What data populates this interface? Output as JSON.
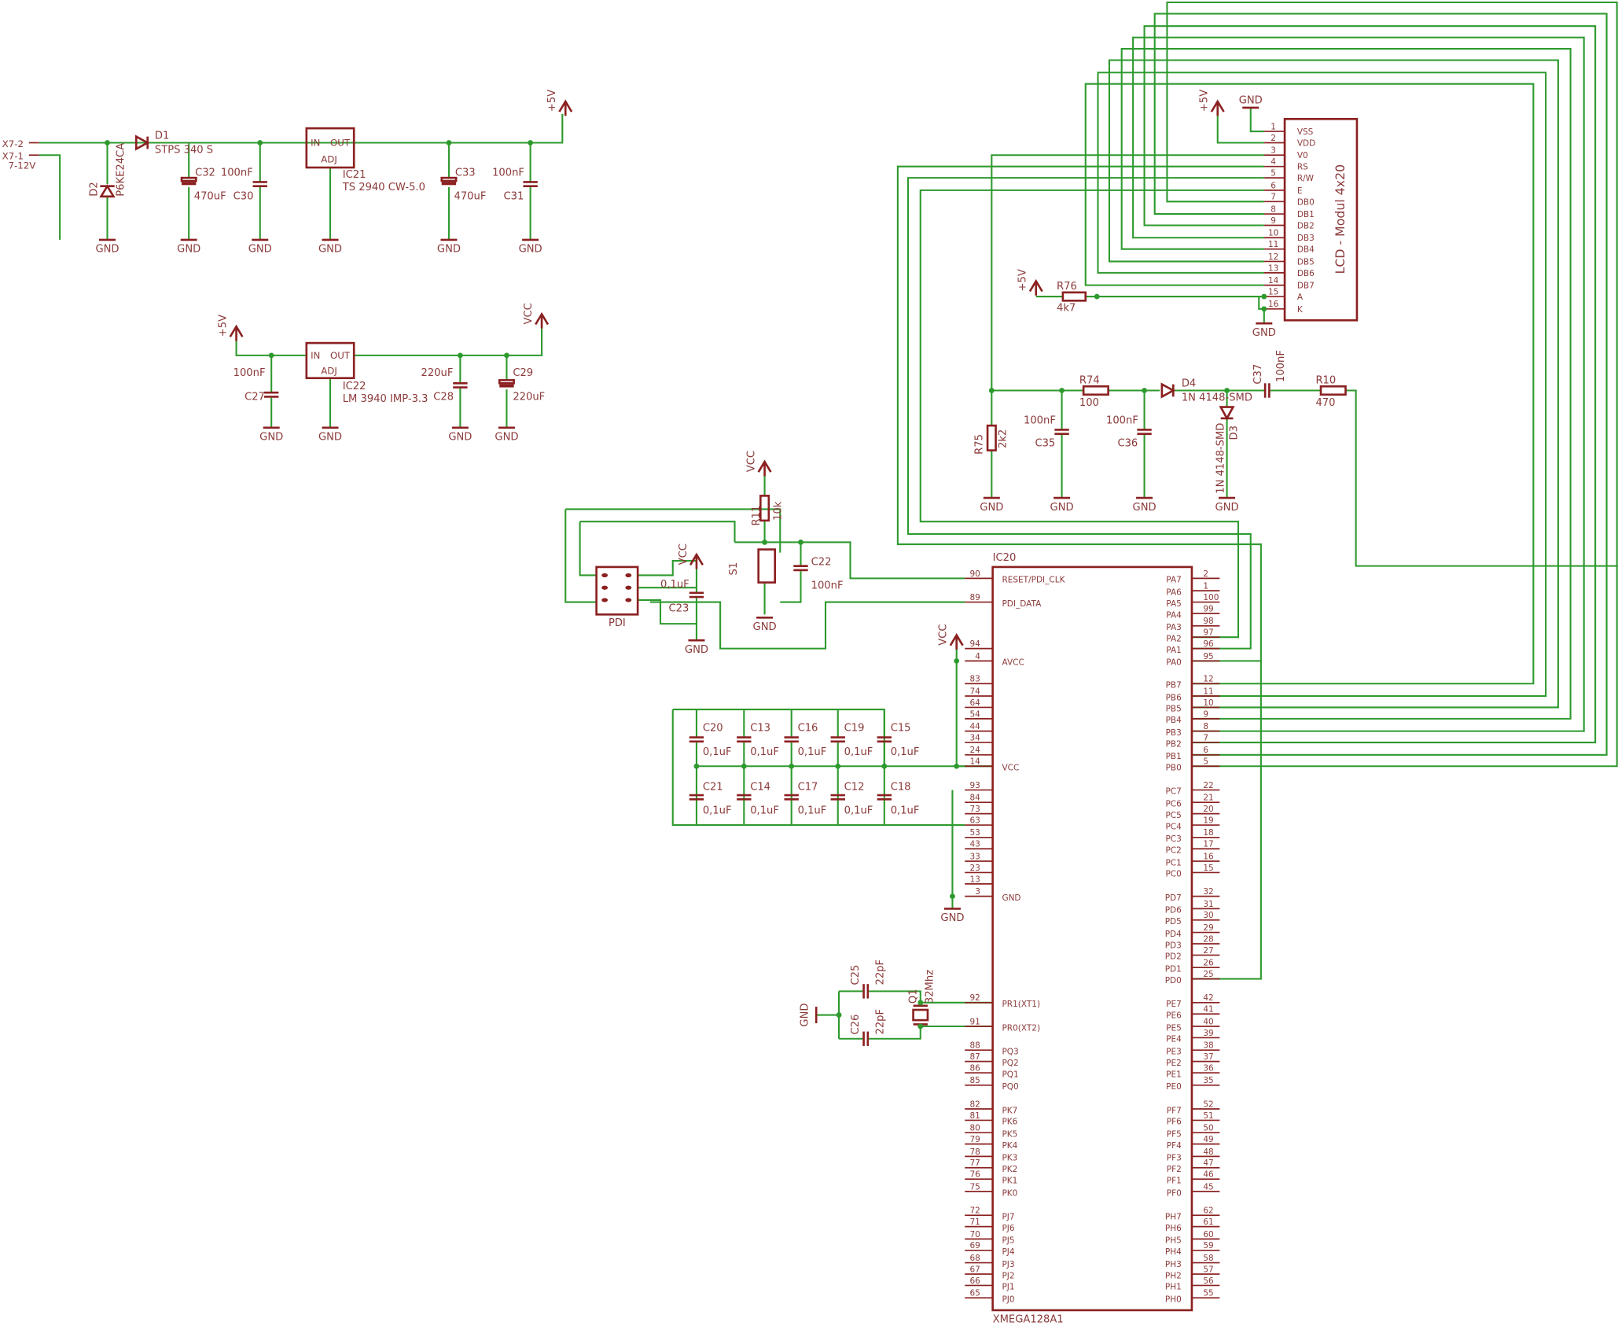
{
  "net_labels": {
    "gnd": "GND",
    "p5v": "+5V",
    "vcc": "VCC"
  },
  "connector_x7": {
    "pin2": "X7-2",
    "pin1": "X7-1",
    "voltage": "7-12V"
  },
  "power_section_1": {
    "D1": {
      "name": "D1",
      "value": "STPS 340 S"
    },
    "D2": {
      "name": "D2",
      "value": "P6KE24CA"
    },
    "C32": {
      "name": "C32",
      "value": "470uF"
    },
    "C30": {
      "name": "C30",
      "value": "100nF"
    },
    "IC21": {
      "name": "IC21",
      "value": "TS 2940 CW-5.0",
      "pin_in": "IN",
      "pin_out": "OUT",
      "pin_adj": "ADJ"
    },
    "C33": {
      "name": "C33",
      "value": "470uF"
    },
    "C31": {
      "name": "C31",
      "value": "100nF"
    }
  },
  "power_section_2": {
    "C27": {
      "name": "C27",
      "value": "100nF"
    },
    "IC22": {
      "name": "IC22",
      "value": "LM 3940 IMP-3.3",
      "pin_in": "IN",
      "pin_out": "OUT",
      "pin_adj": "ADJ"
    },
    "C28": {
      "name": "C28",
      "value": "220uF"
    },
    "C29": {
      "name": "C29",
      "value": "220uF"
    }
  },
  "lcd": {
    "title": "LCD - Modul 4x20",
    "pins": [
      {
        "num": "1",
        "name": "VSS"
      },
      {
        "num": "2",
        "name": "VDD"
      },
      {
        "num": "3",
        "name": "V0"
      },
      {
        "num": "4",
        "name": "RS"
      },
      {
        "num": "5",
        "name": "R/W"
      },
      {
        "num": "6",
        "name": "E"
      },
      {
        "num": "7",
        "name": "DB0"
      },
      {
        "num": "8",
        "name": "DB1"
      },
      {
        "num": "9",
        "name": "DB2"
      },
      {
        "num": "10",
        "name": "DB3"
      },
      {
        "num": "11",
        "name": "DB4"
      },
      {
        "num": "12",
        "name": "DB5"
      },
      {
        "num": "13",
        "name": "DB6"
      },
      {
        "num": "14",
        "name": "DB7"
      },
      {
        "num": "15",
        "name": "A"
      },
      {
        "num": "16",
        "name": "K"
      }
    ]
  },
  "R76": {
    "name": "R76",
    "value": "4k7"
  },
  "contrast": {
    "R74": {
      "name": "R74",
      "value": "100"
    },
    "R75": {
      "name": "R75",
      "value": "2k2"
    },
    "C35": {
      "name": "C35",
      "value": "100nF"
    },
    "C36": {
      "name": "C36",
      "value": "100nF"
    },
    "D4": {
      "name": "D4",
      "value": "1N 4148-SMD"
    },
    "D3": {
      "name": "D3",
      "value": "1N 4148-SMD"
    },
    "C37": {
      "name": "C37",
      "value": "100nF"
    },
    "R10": {
      "name": "R10",
      "value": "470"
    }
  },
  "reset": {
    "R11": {
      "name": "R11",
      "value": "10k"
    },
    "S1": {
      "name": "S1"
    },
    "C22": {
      "name": "C22",
      "value": "100nF"
    }
  },
  "pdi": {
    "name": "PDI",
    "C23": {
      "name": "C23",
      "value": "0,1uF"
    }
  },
  "decoupling": [
    {
      "name": "C20",
      "value": "0,1uF"
    },
    {
      "name": "C13",
      "value": "0,1uF"
    },
    {
      "name": "C16",
      "value": "0,1uF"
    },
    {
      "name": "C19",
      "value": "0,1uF"
    },
    {
      "name": "C15",
      "value": "0,1uF"
    },
    {
      "name": "C21",
      "value": "0,1uF"
    },
    {
      "name": "C14",
      "value": "0,1uF"
    },
    {
      "name": "C17",
      "value": "0,1uF"
    },
    {
      "name": "C12",
      "value": "0,1uF"
    },
    {
      "name": "C18",
      "value": "0,1uF"
    }
  ],
  "crystal": {
    "Q1": {
      "name": "Q1",
      "value": "32Mhz"
    },
    "C25": {
      "name": "C25",
      "value": "22pF"
    },
    "C26": {
      "name": "C26",
      "value": "22pF"
    }
  },
  "mcu": {
    "name": "IC20",
    "value": "XMEGA128A1",
    "left_pins": [
      {
        "num": "90",
        "name": "RESET/PDI_CLK"
      },
      {
        "num": "89",
        "name": "PDI_DATA"
      },
      {
        "num": "94",
        "name": ""
      },
      {
        "num": "4",
        "name": "AVCC"
      },
      {
        "num": "83",
        "name": ""
      },
      {
        "num": "74",
        "name": ""
      },
      {
        "num": "64",
        "name": ""
      },
      {
        "num": "54",
        "name": ""
      },
      {
        "num": "44",
        "name": ""
      },
      {
        "num": "34",
        "name": ""
      },
      {
        "num": "24",
        "name": ""
      },
      {
        "num": "14",
        "name": "VCC"
      },
      {
        "num": "93",
        "name": ""
      },
      {
        "num": "84",
        "name": ""
      },
      {
        "num": "73",
        "name": ""
      },
      {
        "num": "63",
        "name": ""
      },
      {
        "num": "53",
        "name": ""
      },
      {
        "num": "43",
        "name": ""
      },
      {
        "num": "33",
        "name": ""
      },
      {
        "num": "23",
        "name": ""
      },
      {
        "num": "13",
        "name": ""
      },
      {
        "num": "3",
        "name": "GND"
      },
      {
        "num": "92",
        "name": "PR1(XT1)"
      },
      {
        "num": "91",
        "name": "PR0(XT2)"
      },
      {
        "num": "88",
        "name": "PQ3"
      },
      {
        "num": "87",
        "name": "PQ2"
      },
      {
        "num": "86",
        "name": "PQ1"
      },
      {
        "num": "85",
        "name": "PQ0"
      },
      {
        "num": "82",
        "name": "PK7"
      },
      {
        "num": "81",
        "name": "PK6"
      },
      {
        "num": "80",
        "name": "PK5"
      },
      {
        "num": "79",
        "name": "PK4"
      },
      {
        "num": "78",
        "name": "PK3"
      },
      {
        "num": "77",
        "name": "PK2"
      },
      {
        "num": "76",
        "name": "PK1"
      },
      {
        "num": "75",
        "name": "PK0"
      },
      {
        "num": "72",
        "name": "PJ7"
      },
      {
        "num": "71",
        "name": "PJ6"
      },
      {
        "num": "70",
        "name": "PJ5"
      },
      {
        "num": "69",
        "name": "PJ4"
      },
      {
        "num": "68",
        "name": "PJ3"
      },
      {
        "num": "67",
        "name": "PJ2"
      },
      {
        "num": "66",
        "name": "PJ1"
      },
      {
        "num": "65",
        "name": "PJ0"
      }
    ],
    "right_pins": [
      {
        "num": "2",
        "name": "PA7"
      },
      {
        "num": "1",
        "name": "PA6"
      },
      {
        "num": "100",
        "name": "PA5"
      },
      {
        "num": "99",
        "name": "PA4"
      },
      {
        "num": "98",
        "name": "PA3"
      },
      {
        "num": "97",
        "name": "PA2"
      },
      {
        "num": "96",
        "name": "PA1"
      },
      {
        "num": "95",
        "name": "PA0"
      },
      {
        "num": "12",
        "name": "PB7"
      },
      {
        "num": "11",
        "name": "PB6"
      },
      {
        "num": "10",
        "name": "PB5"
      },
      {
        "num": "9",
        "name": "PB4"
      },
      {
        "num": "8",
        "name": "PB3"
      },
      {
        "num": "7",
        "name": "PB2"
      },
      {
        "num": "6",
        "name": "PB1"
      },
      {
        "num": "5",
        "name": "PB0"
      },
      {
        "num": "22",
        "name": "PC7"
      },
      {
        "num": "21",
        "name": "PC6"
      },
      {
        "num": "20",
        "name": "PC5"
      },
      {
        "num": "19",
        "name": "PC4"
      },
      {
        "num": "18",
        "name": "PC3"
      },
      {
        "num": "17",
        "name": "PC2"
      },
      {
        "num": "16",
        "name": "PC1"
      },
      {
        "num": "15",
        "name": "PC0"
      },
      {
        "num": "32",
        "name": "PD7"
      },
      {
        "num": "31",
        "name": "PD6"
      },
      {
        "num": "30",
        "name": "PD5"
      },
      {
        "num": "29",
        "name": "PD4"
      },
      {
        "num": "28",
        "name": "PD3"
      },
      {
        "num": "27",
        "name": "PD2"
      },
      {
        "num": "26",
        "name": "PD1"
      },
      {
        "num": "25",
        "name": "PD0"
      },
      {
        "num": "42",
        "name": "PE7"
      },
      {
        "num": "41",
        "name": "PE6"
      },
      {
        "num": "40",
        "name": "PE5"
      },
      {
        "num": "39",
        "name": "PE4"
      },
      {
        "num": "38",
        "name": "PE3"
      },
      {
        "num": "37",
        "name": "PE2"
      },
      {
        "num": "36",
        "name": "PE1"
      },
      {
        "num": "35",
        "name": "PE0"
      },
      {
        "num": "52",
        "name": "PF7"
      },
      {
        "num": "51",
        "name": "PF6"
      },
      {
        "num": "50",
        "name": "PF5"
      },
      {
        "num": "49",
        "name": "PF4"
      },
      {
        "num": "48",
        "name": "PF3"
      },
      {
        "num": "47",
        "name": "PF2"
      },
      {
        "num": "46",
        "name": "PF1"
      },
      {
        "num": "45",
        "name": "PF0"
      },
      {
        "num": "62",
        "name": "PH7"
      },
      {
        "num": "61",
        "name": "PH6"
      },
      {
        "num": "60",
        "name": "PH5"
      },
      {
        "num": "59",
        "name": "PH4"
      },
      {
        "num": "58",
        "name": "PH3"
      },
      {
        "num": "57",
        "name": "PH2"
      },
      {
        "num": "56",
        "name": "PH1"
      },
      {
        "num": "55",
        "name": "PH0"
      }
    ]
  }
}
